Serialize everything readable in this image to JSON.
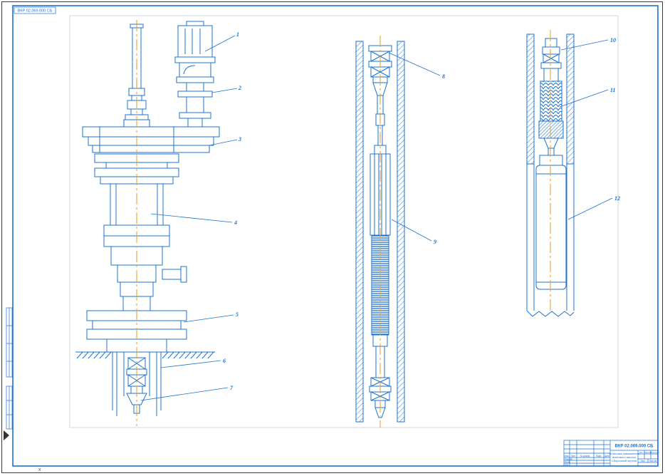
{
  "page": {
    "line_color": "#1b72cf",
    "centerline_color": "#e8a43a",
    "background": "#ffffff"
  },
  "top_stamp": {
    "text": "ВКР 02.069.000 СБ"
  },
  "marks": {
    "corner_cross": "x"
  },
  "callouts": {
    "view1": [
      "1",
      "2",
      "3",
      "4",
      "5",
      "6",
      "7"
    ],
    "view2": [
      "8",
      "9"
    ],
    "view3": [
      "10",
      "11",
      "12"
    ]
  },
  "title_block": {
    "doc_number": "ВКР 02.069.000 СБ",
    "title_lines": [
      "Установка скважинного",
      "винтового насоса",
      "Сборочный чертеж"
    ],
    "header_cols": [
      "Изм.",
      "Лист",
      "№ докум.",
      "Подп.",
      "Дата"
    ],
    "row_labels": [
      "Разраб.",
      "Пров.",
      "Утв."
    ],
    "right_labels": [
      "Лит.",
      "Масса",
      "Масштаб"
    ],
    "sheet_label": "Лист",
    "sheets_label": "Листов"
  }
}
